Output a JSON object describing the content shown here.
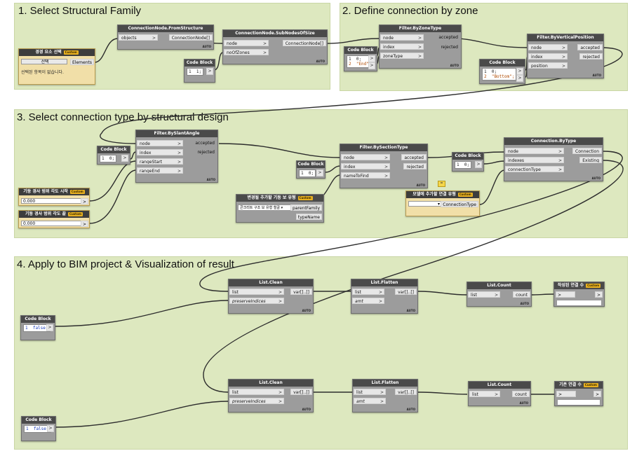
{
  "groups": [
    {
      "title": "1. Select Structural Family"
    },
    {
      "title": "2. Define connection by zone"
    },
    {
      "title": "3. Select connection type by structural design"
    },
    {
      "title": "4. Apply to BIM project & Visualization of result"
    }
  ],
  "nodes": {
    "sel_elem": {
      "title": "경경 요소 선택",
      "badge": "Custom",
      "button": "선택",
      "output": "Elements",
      "message": "선택된 항목이 없습니다."
    },
    "from_structure": {
      "title": "ConnectionNode.FromStructure",
      "inputs": [
        "objects"
      ],
      "outputs": [
        "ConnectionNode[]"
      ],
      "auto": "AUTO"
    },
    "subnodes": {
      "title": "ConnectionNode.SubNodesOfSize",
      "inputs": [
        "node",
        "noOfZones"
      ],
      "outputs": [
        "ConnectionNode[]"
      ],
      "auto": "AUTO"
    },
    "cb1": {
      "title": "Code Block",
      "lines": [
        "1  1;"
      ],
      "out": ">"
    },
    "zone_type": {
      "title": "Filter.ByZoneType",
      "inputs": [
        "node",
        "index",
        "zoneType"
      ],
      "outputs": [
        "accepted",
        "rejected"
      ],
      "auto": "AUTO"
    },
    "cb2": {
      "title": "Code Block",
      "lines": [
        "1  0;",
        "2  \"End\";"
      ],
      "out": ">"
    },
    "vertical": {
      "title": "Filter.ByVerticalPosition",
      "inputs": [
        "node",
        "index",
        "position"
      ],
      "outputs": [
        "accepted",
        "rejected"
      ],
      "auto": "AUTO"
    },
    "cb3": {
      "title": "Code Block",
      "lines": [
        "1  0;",
        "2  \"Bottom\";"
      ],
      "out": ">"
    },
    "slant": {
      "title": "Filter.BySlantAngle",
      "inputs": [
        "node",
        "index",
        "rangeStart",
        "rangeEnd"
      ],
      "outputs": [
        "accepted",
        "rejected"
      ],
      "auto": "AUTO"
    },
    "cb4": {
      "title": "Code Block",
      "lines": [
        "1  0;"
      ],
      "out": ">"
    },
    "slider1": {
      "title": "기둥 경사 범위 각도 시작",
      "badge": "Custom",
      "value": "0.000",
      "out": ">"
    },
    "slider2": {
      "title": "기둥 경사 범위 각도 끝",
      "badge": "Custom",
      "value": "0.000",
      "out": ">"
    },
    "section": {
      "title": "Filter.BySectionType",
      "inputs": [
        "node",
        "index",
        "nameToFind"
      ],
      "outputs": [
        "accepted",
        "rejected"
      ],
      "auto": "AUTO"
    },
    "cb5": {
      "title": "Code Block",
      "lines": [
        "1  0;"
      ],
      "out": ">"
    },
    "family_sel": {
      "title": "변경될 추가할 기둥 보 유형",
      "badge": "Custom",
      "dropdown": "콘크리트 구조 보 유형 철골",
      "outputs": [
        "parentFamily",
        "typeName"
      ]
    },
    "model_sel": {
      "title": "모델에 추가할 연결 유형",
      "badge": "Custom",
      "dropdown": "",
      "output": "ConnectionType"
    },
    "bytype": {
      "title": "Connection.ByType",
      "inputs": [
        "node",
        "indexes",
        "connectionType"
      ],
      "outputs": [
        "Connection",
        "Existing"
      ],
      "auto": "AUTO"
    },
    "cb6": {
      "title": "Code Block",
      "lines": [
        "1  0;"
      ],
      "out": ">"
    },
    "clean1": {
      "title": "List.Clean",
      "inputs": [
        "list",
        "preserveIndices"
      ],
      "outputs": [
        "var[]..[]"
      ],
      "auto": "AUTO"
    },
    "flatten1": {
      "title": "List.Flatten",
      "inputs": [
        "list",
        "amt"
      ],
      "outputs": [
        "var[]..[]"
      ],
      "auto": "AUTO"
    },
    "count1": {
      "title": "List.Count",
      "inputs": [
        "list"
      ],
      "outputs": [
        "count"
      ],
      "auto": "AUTO"
    },
    "watch1": {
      "title": "작성된 연결 수",
      "badge": "Custom",
      "in": ">",
      "out": ">"
    },
    "cbf1": {
      "title": "Code Block",
      "lines": [
        "1  false;"
      ],
      "out": ">"
    },
    "clean2": {
      "title": "List.Clean",
      "inputs": [
        "list",
        "preserveIndices"
      ],
      "outputs": [
        "var[]..[]"
      ],
      "auto": "AUTO"
    },
    "flatten2": {
      "title": "List.Flatten",
      "inputs": [
        "list",
        "amt"
      ],
      "outputs": [
        "var[]..[]"
      ],
      "auto": "AUTO"
    },
    "count2": {
      "title": "List.Count",
      "inputs": [
        "list"
      ],
      "outputs": [
        "count"
      ],
      "auto": "AUTO"
    },
    "watch2": {
      "title": "기존 연결 수",
      "badge": "Custom",
      "in": ">",
      "out": ">"
    },
    "cbf2": {
      "title": "Code Block",
      "lines": [
        "1  false;"
      ],
      "out": ">"
    }
  },
  "colors": {
    "group_bg": "#dde8bf",
    "node_body": "#9c9c9c",
    "node_header": "#4a4a4a",
    "input_node": "#f1dfa8",
    "badge": "#e8b020",
    "wire": "#2d2d2d"
  }
}
